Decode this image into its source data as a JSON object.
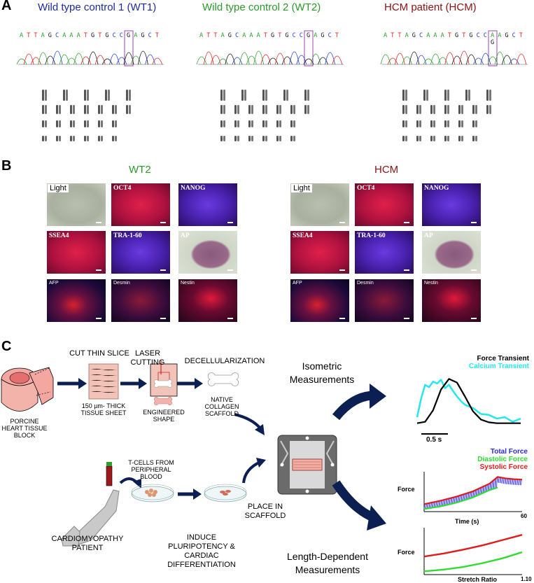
{
  "panel_a": {
    "letter": "A",
    "samples": [
      {
        "title": "Wild type control 1 (WT1)",
        "color": "#1f2a9c",
        "sequence": [
          "A",
          "T",
          "T",
          "A",
          "G",
          "C",
          "A",
          "A",
          "A",
          "T",
          "G",
          "T",
          "G",
          "C",
          "C",
          "G",
          "A",
          "G",
          "C",
          "T"
        ],
        "variant_call": ""
      },
      {
        "title": "Wild type control 2 (WT2)",
        "color": "#2a9a2a",
        "sequence": [
          "A",
          "T",
          "T",
          "A",
          "G",
          "C",
          "A",
          "A",
          "A",
          "T",
          "G",
          "T",
          "G",
          "C",
          "C",
          "G",
          "A",
          "G",
          "C",
          "T"
        ],
        "variant_call": ""
      },
      {
        "title": "HCM patient (HCM)",
        "color": "#8b1212",
        "sequence": [
          "A",
          "T",
          "T",
          "A",
          "G",
          "C",
          "A",
          "A",
          "A",
          "T",
          "G",
          "T",
          "G",
          "C",
          "C",
          "A",
          "A",
          "G",
          "C",
          "T"
        ],
        "variant_call": "G"
      }
    ]
  },
  "panel_b": {
    "letter": "B",
    "conditions": [
      {
        "name": "WT2",
        "color": "#2a9a2a"
      },
      {
        "name": "HCM",
        "color": "#8b1212"
      }
    ],
    "stains": [
      "Light",
      "OCT4",
      "NANOG",
      "SSEA4",
      "TRA-1-60",
      "AP",
      "AFP",
      "Desmin",
      "Nestin"
    ]
  },
  "panel_c": {
    "letter": "C",
    "steps": {
      "cut": "CUT THIN SLICE",
      "laser": "LASER CUTTING",
      "decell": "DECELLULARIZATION",
      "place": "PLACE IN SCAFFOLD",
      "induce": "INDUCE PLURIPOTENCY & CARDIAC DIFFERENTIATION"
    },
    "captions": {
      "heart": "PORCINE HEART TISSUE BLOCK",
      "sheet": "150 µm- THICK TISSUE SHEET",
      "shape": "ENGINEERED SHAPE",
      "scaffold": "NATIVE COLLAGEN SCAFFOLD",
      "tcells": "T-CELLS FROM PERIPHERAL BLOOD",
      "patient": "CARDIOMYOPATHY PATIENT"
    },
    "measurements": {
      "isometric": "Isometric Measurements",
      "length": "Length-Dependent Measurements"
    },
    "colors": {
      "arrow": "#0c1f52",
      "tissue": "#f2c4b9",
      "heart": "#f4a7a0"
    }
  },
  "chart_data": [
    {
      "type": "line",
      "title": "",
      "series": [
        {
          "name": "Force Transient",
          "color": "#000000",
          "x": [
            0,
            0.1,
            0.2,
            0.3,
            0.4,
            0.5,
            0.6,
            0.7,
            0.8,
            0.9,
            1.0,
            1.1,
            1.2,
            1.3
          ],
          "y": [
            0.02,
            0.05,
            0.3,
            0.75,
            0.98,
            0.9,
            0.6,
            0.28,
            0.1,
            0.04,
            0.02,
            0.02,
            0.02,
            0.02
          ]
        },
        {
          "name": "Calcium Transient",
          "color": "#27e6ee",
          "x": [
            0,
            0.05,
            0.1,
            0.15,
            0.2,
            0.25,
            0.3,
            0.35,
            0.4,
            0.45,
            0.5,
            0.55,
            0.6,
            0.7,
            0.8,
            0.9,
            1.0,
            1.1,
            1.2,
            1.3
          ],
          "y": [
            0.15,
            0.55,
            0.85,
            0.8,
            0.92,
            0.88,
            0.96,
            0.78,
            0.85,
            0.72,
            0.6,
            0.5,
            0.42,
            0.35,
            0.22,
            0.2,
            0.12,
            0.15,
            0.05,
            0.12
          ]
        }
      ],
      "scale_bar": "0.5 s"
    },
    {
      "type": "line",
      "xlabel": "Time (s)",
      "ylabel": "Force",
      "xlim": [
        0,
        60
      ],
      "x_tick_labels": [
        "60"
      ],
      "series": [
        {
          "name": "Total Force",
          "color": "#2a2ad8"
        },
        {
          "name": "Diastolic Force",
          "color": "#2fdc2f",
          "x": [
            0,
            10,
            20,
            30,
            40,
            45
          ],
          "y": [
            0.05,
            0.12,
            0.22,
            0.36,
            0.55,
            0.62
          ]
        },
        {
          "name": "Systolic Force",
          "color": "#e01b1b",
          "x": [
            0,
            10,
            20,
            30,
            40,
            45,
            50,
            55,
            60
          ],
          "y": [
            0.18,
            0.27,
            0.38,
            0.52,
            0.72,
            0.9,
            0.86,
            0.84,
            0.83
          ]
        }
      ]
    },
    {
      "type": "line",
      "xlabel": "Stretch Ratio",
      "ylabel": "Force",
      "x_tick_labels": [
        "1.10"
      ],
      "series": [
        {
          "color": "#e01b1b",
          "x": [
            0,
            0.2,
            0.4,
            0.6,
            0.8,
            1.0
          ],
          "y": [
            0.4,
            0.47,
            0.56,
            0.66,
            0.78,
            0.9
          ]
        },
        {
          "color": "#2fdc2f",
          "x": [
            0,
            0.2,
            0.4,
            0.6,
            0.8,
            1.0
          ],
          "y": [
            0.06,
            0.1,
            0.16,
            0.25,
            0.36,
            0.5
          ]
        }
      ]
    }
  ]
}
